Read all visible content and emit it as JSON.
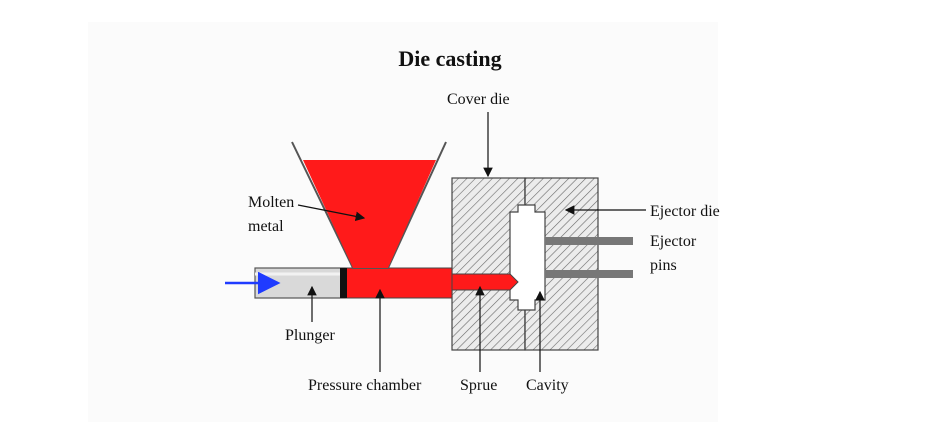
{
  "diagram": {
    "title": "Die casting",
    "labels": {
      "cover_die": "Cover die",
      "molten_metal_line1": "Molten",
      "molten_metal_line2": "metal",
      "ejector_die": "Ejector die",
      "ejector_pins_line1": "Ejector",
      "ejector_pins_line2": "pins",
      "plunger": "Plunger",
      "pressure_chamber": "Pressure chamber",
      "sprue": "Sprue",
      "cavity": "Cavity"
    },
    "colors": {
      "molten_metal": "#ff1a1a",
      "die_hatch": "#555555",
      "die_fill": "#e8e8e8",
      "plunger_fill": "#d9d9d9",
      "ejector_pin": "#777777",
      "force_arrow": "#1f3bff"
    }
  }
}
